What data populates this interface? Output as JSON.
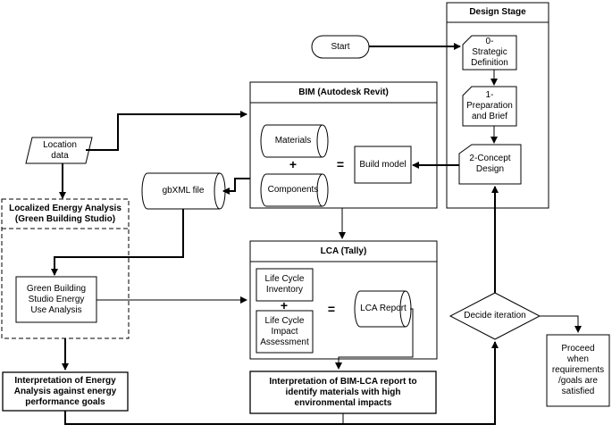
{
  "design_stage": {
    "title": "Design Stage",
    "steps": [
      "0-\nStrategic\nDefinition",
      "1-\nPreparation\nand Brief",
      "2-Concept\nDesign"
    ]
  },
  "start": "Start",
  "bim": {
    "title": "BIM (Autodesk Revit)",
    "materials": "Materials",
    "components": "Components",
    "plus": "+",
    "equals": "=",
    "build_model": "Build model"
  },
  "location_data": "Location\ndata",
  "gbxml": "gbXML file",
  "energy": {
    "title": "Localized Energy Analysis\n(Green Building Studio)",
    "process": "Green Building\nStudio Energy\nUse Analysis"
  },
  "lca": {
    "title": "LCA (Tally)",
    "inventory": "Life Cycle\nInventory",
    "assessment": "Life Cycle\nImpact\nAssessment",
    "plus": "+",
    "equals": "=",
    "report": "LCA Report"
  },
  "decision": "Decide iteration",
  "proceed": "Proceed\nwhen\nrequirements\n/goals are\nsatisfied",
  "interp_energy": "Interpretation of Energy\nAnalysis against energy\nperformance goals",
  "interp_lca": "Interpretation of BIM-LCA report to\nidentify materials with high\nenvironmental impacts"
}
